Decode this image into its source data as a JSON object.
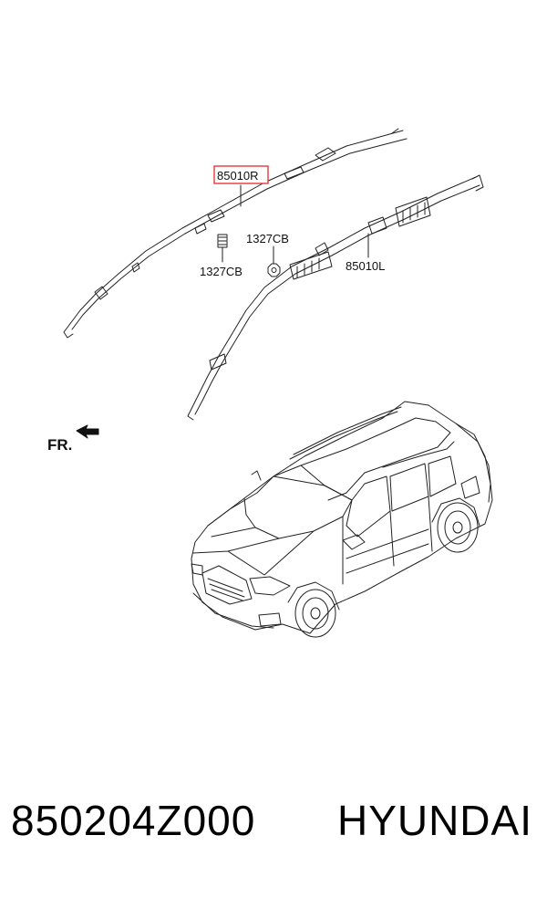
{
  "diagram": {
    "labels": {
      "part_right": "85010R",
      "part_left": "85010L",
      "clip_upper": "1327CB",
      "clip_lower": "1327CB",
      "front_marker": "FR."
    },
    "highlight_color": "#e8282b"
  },
  "footer": {
    "part_number": "850204Z000",
    "brand": "HYUNDAI"
  }
}
